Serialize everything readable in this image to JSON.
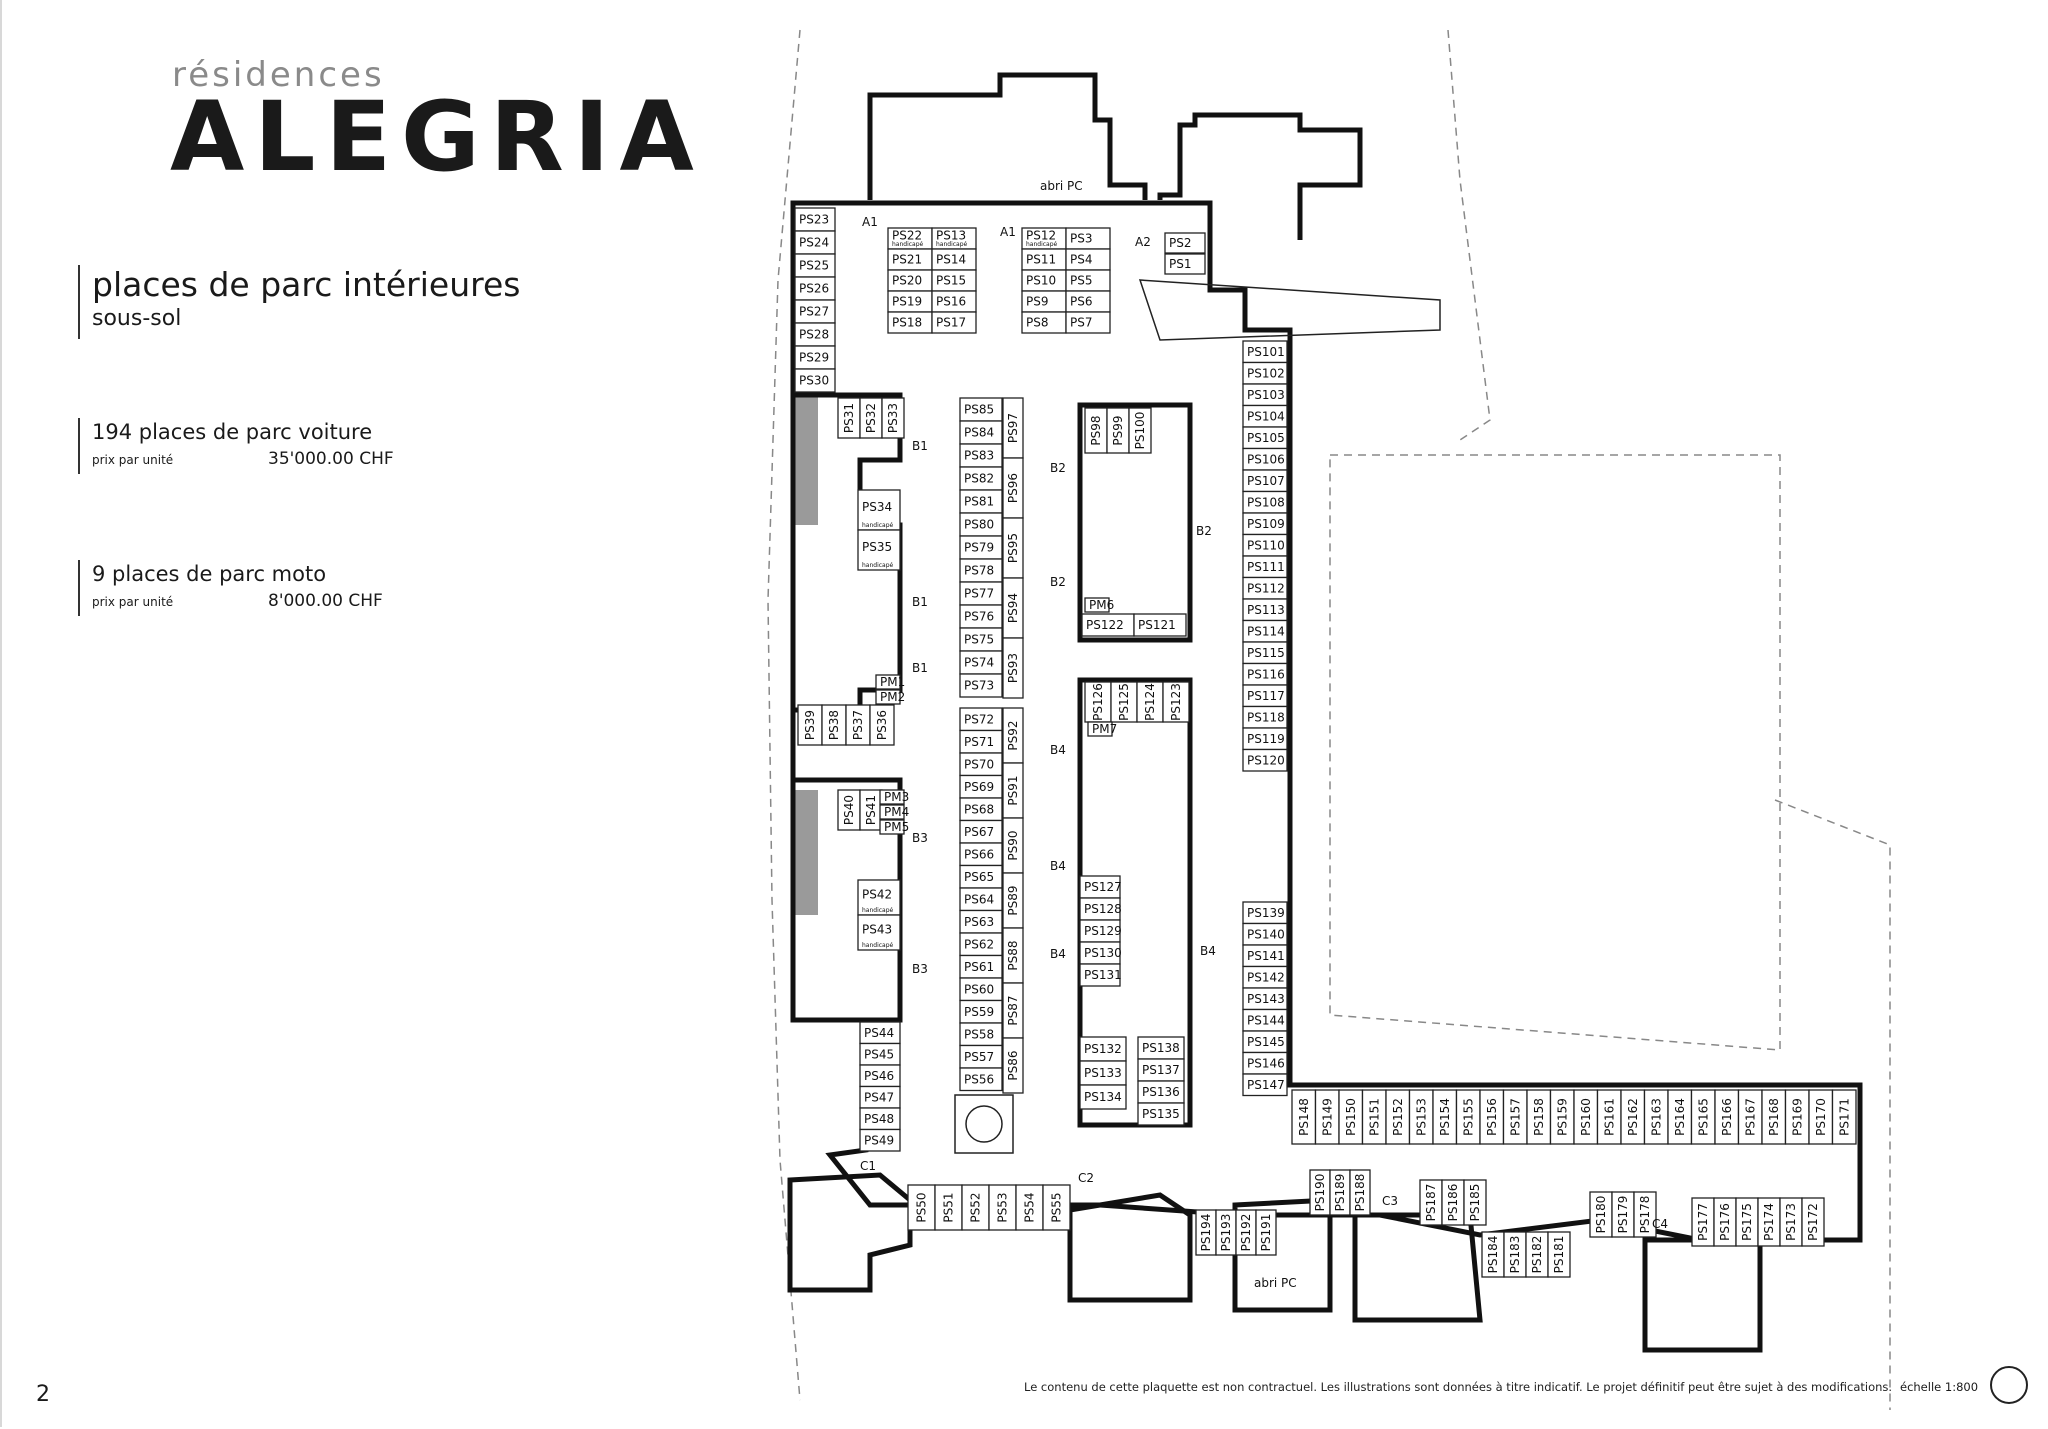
{
  "brand": {
    "small": "résidences",
    "big": "ALEGRIA"
  },
  "section": {
    "title": "places de parc intérieures",
    "subtitle": "sous-sol"
  },
  "cars": {
    "label": "194 places de parc voiture",
    "price_label": "prix par unité",
    "price": "35'000.00 CHF"
  },
  "moto": {
    "label": "9 places de parc moto",
    "price_label": "prix par unité",
    "price": "8'000.00 CHF"
  },
  "page_number": "2",
  "disclaimer": "Le contenu de cette plaquette est non contractuel. Les illustrations sont données à titre indicatif. Le projet définitif peut être sujet à des modifications.",
  "scale": "échelle 1:800",
  "plan": {
    "column_a": [
      "PS23",
      "PS24",
      "PS25",
      "PS26",
      "PS27",
      "PS28",
      "PS29",
      "PS30"
    ],
    "top_block_1": [
      [
        "PS22",
        "PS13"
      ],
      [
        "PS21",
        "PS14"
      ],
      [
        "PS20",
        "PS15"
      ],
      [
        "PS19",
        "PS16"
      ],
      [
        "PS18",
        "PS17"
      ]
    ],
    "top_block_2": [
      [
        "PS12",
        "PS3"
      ],
      [
        "PS11",
        "PS4"
      ],
      [
        "PS10",
        "PS5"
      ],
      [
        "PS9",
        "PS6"
      ],
      [
        "PS8",
        "PS7"
      ]
    ],
    "handicap_note": "handicapé",
    "ps2": "PS2",
    "ps1": "PS1",
    "right_column": [
      "PS101",
      "PS102",
      "PS103",
      "PS104",
      "PS105",
      "PS106",
      "PS107",
      "PS108",
      "PS109",
      "PS110",
      "PS111",
      "PS112",
      "PS113",
      "PS114",
      "PS115",
      "PS116",
      "PS117",
      "PS118",
      "PS119",
      "PS120"
    ],
    "right_column_2": [
      "PS139",
      "PS140",
      "PS141",
      "PS142",
      "PS143",
      "PS144",
      "PS145",
      "PS146",
      "PS147"
    ],
    "middle_left": [
      "PS85",
      "PS84",
      "PS83",
      "PS82",
      "PS81",
      "PS80",
      "PS79",
      "PS78",
      "PS77",
      "PS76",
      "PS75",
      "PS74",
      "PS73"
    ],
    "middle_left_2": [
      "PS72",
      "PS71",
      "PS70",
      "PS69",
      "PS68",
      "PS67",
      "PS66",
      "PS65",
      "PS64",
      "PS63",
      "PS62",
      "PS61",
      "PS60",
      "PS59",
      "PS58",
      "PS57",
      "PS56"
    ],
    "middle_right_v": [
      "PS97",
      "PS96",
      "PS95",
      "PS94",
      "PS93"
    ],
    "middle_right_v2": [
      "PS92",
      "PS91",
      "PS90",
      "PS89",
      "PS88",
      "PS87",
      "PS86"
    ],
    "left_upper_v": [
      "PS31",
      "PS32",
      "PS33"
    ],
    "left_h": [
      "PS34",
      "PS35"
    ],
    "left_mid_v": [
      "PS39",
      "PS38",
      "PS37",
      "PS36"
    ],
    "left_low_v": [
      "PS40",
      "PS41"
    ],
    "left_low_h": [
      "PS42",
      "PS43"
    ],
    "left_bottom": [
      "PS44",
      "PS45",
      "PS46",
      "PS47",
      "PS48",
      "PS49"
    ],
    "moto": [
      "PM1",
      "PM2",
      "PM3",
      "PM4",
      "PM5",
      "PM6",
      "PM7"
    ],
    "core_top_v": [
      "PS98",
      "PS99",
      "PS100"
    ],
    "core_row": [
      "PS122",
      "PS121"
    ],
    "core2_v": [
      "PS126",
      "PS125",
      "PS124",
      "PS123"
    ],
    "core2_h": [
      "PS127",
      "PS128",
      "PS129",
      "PS130",
      "PS131"
    ],
    "core_bottom_a": [
      "PS132",
      "PS133",
      "PS134"
    ],
    "core_bottom_b": [
      "PS138",
      "PS137",
      "PS136",
      "PS135"
    ],
    "bottom_right_row": [
      "PS148",
      "PS149",
      "PS150",
      "PS151",
      "PS152",
      "PS153",
      "PS154",
      "PS155",
      "PS156",
      "PS157",
      "PS158",
      "PS159",
      "PS160",
      "PS161",
      "PS162",
      "PS163",
      "PS164",
      "PS165",
      "PS166",
      "PS167",
      "PS168",
      "PS169",
      "PS170",
      "PS171"
    ],
    "bottom_row_1": [
      "PS50",
      "PS51",
      "PS52",
      "PS53",
      "PS54",
      "PS55"
    ],
    "bottom_row_2": [
      "PS194",
      "PS193",
      "PS192",
      "PS191"
    ],
    "bottom_row_3": [
      "PS190",
      "PS189",
      "PS188"
    ],
    "bottom_row_4": [
      "PS187",
      "PS186",
      "PS185"
    ],
    "bottom_row_5": [
      "PS184",
      "PS183",
      "PS182",
      "PS181"
    ],
    "bottom_row_6": [
      "PS180",
      "PS179",
      "PS178"
    ],
    "bottom_row_7": [
      "PS177",
      "PS176",
      "PS175",
      "PS174",
      "PS173",
      "PS172"
    ],
    "access": [
      "A1",
      "A1",
      "A2",
      "B1",
      "B1",
      "B1",
      "B2",
      "B2",
      "B2",
      "B3",
      "B3",
      "B4",
      "B4",
      "B4",
      "B4",
      "C1",
      "C2",
      "C3",
      "C4"
    ],
    "shelter": "abri PC"
  }
}
